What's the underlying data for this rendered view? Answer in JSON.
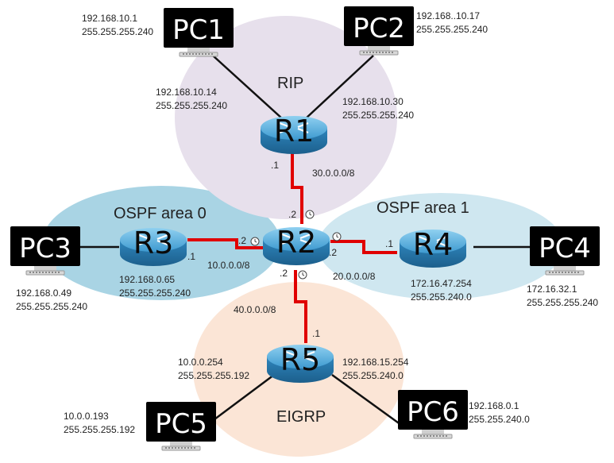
{
  "colors": {
    "rip_zone": "#e7e0ec",
    "ospf_zone": "#cfe7f0",
    "ospf_area0_zone": "#a9d4e4",
    "eigrp_zone": "#fbe5d6",
    "serial_link": "#e00000",
    "ethernet_link": "#111111",
    "router_body": "#2b7fb8",
    "pc_screen": "#000000"
  },
  "zones": {
    "rip": "RIP",
    "ospf0": "OSPF area 0",
    "ospf1": "OSPF area 1",
    "eigrp": "EIGRP"
  },
  "routers": {
    "r1": "R1",
    "r2": "R2",
    "r3": "R3",
    "r4": "R4",
    "r5": "R5"
  },
  "pcs": {
    "pc1": "PC1",
    "pc2": "PC2",
    "pc3": "PC3",
    "pc4": "PC4",
    "pc5": "PC5",
    "pc6": "PC6"
  },
  "addresses": {
    "pc1": [
      "192.168.10.1",
      "255.255.255.240"
    ],
    "pc2": [
      "192.168..10.17",
      "255.255.255.240"
    ],
    "r1_pc1": [
      "192.168.10.14",
      "255.255.255.240"
    ],
    "r1_pc2": [
      "192.168.10.30",
      "255.255.255.240"
    ],
    "pc3": [
      "192.168.0.49",
      "255.255.255.240"
    ],
    "r3_pc3": [
      "192.168.0.65",
      "255.255.255.240"
    ],
    "r4_pc4": [
      "172.16.47.254",
      "255.255.240.0"
    ],
    "pc4": [
      "172.16.32.1",
      "255.255.255.240"
    ],
    "r5_pc5": [
      "10.0.0.254",
      "255.255.255.192"
    ],
    "r5_pc6": [
      "192.168.15.254",
      "255.255.240.0"
    ],
    "pc5": [
      "10.0.0.193",
      "255.255.255.192"
    ],
    "pc6": [
      "192.168.0.1",
      "255.255.240.0"
    ]
  },
  "networks": {
    "r1_r2": "30.0.0.0/8",
    "r2_r3": "10.0.0.0/8",
    "r2_r4": "20.0.0.0/8",
    "r2_r5": "40.0.0.0/8"
  },
  "hosts": {
    "r1_to_r2": ".1",
    "r2_to_r1": ".2",
    "r3_to_r2": ".1",
    "r2_to_r3": ".2",
    "r2_to_r4": ".2",
    "r4_to_r2": ".1",
    "r2_to_r5": ".2",
    "r5_to_r2": ".1"
  }
}
